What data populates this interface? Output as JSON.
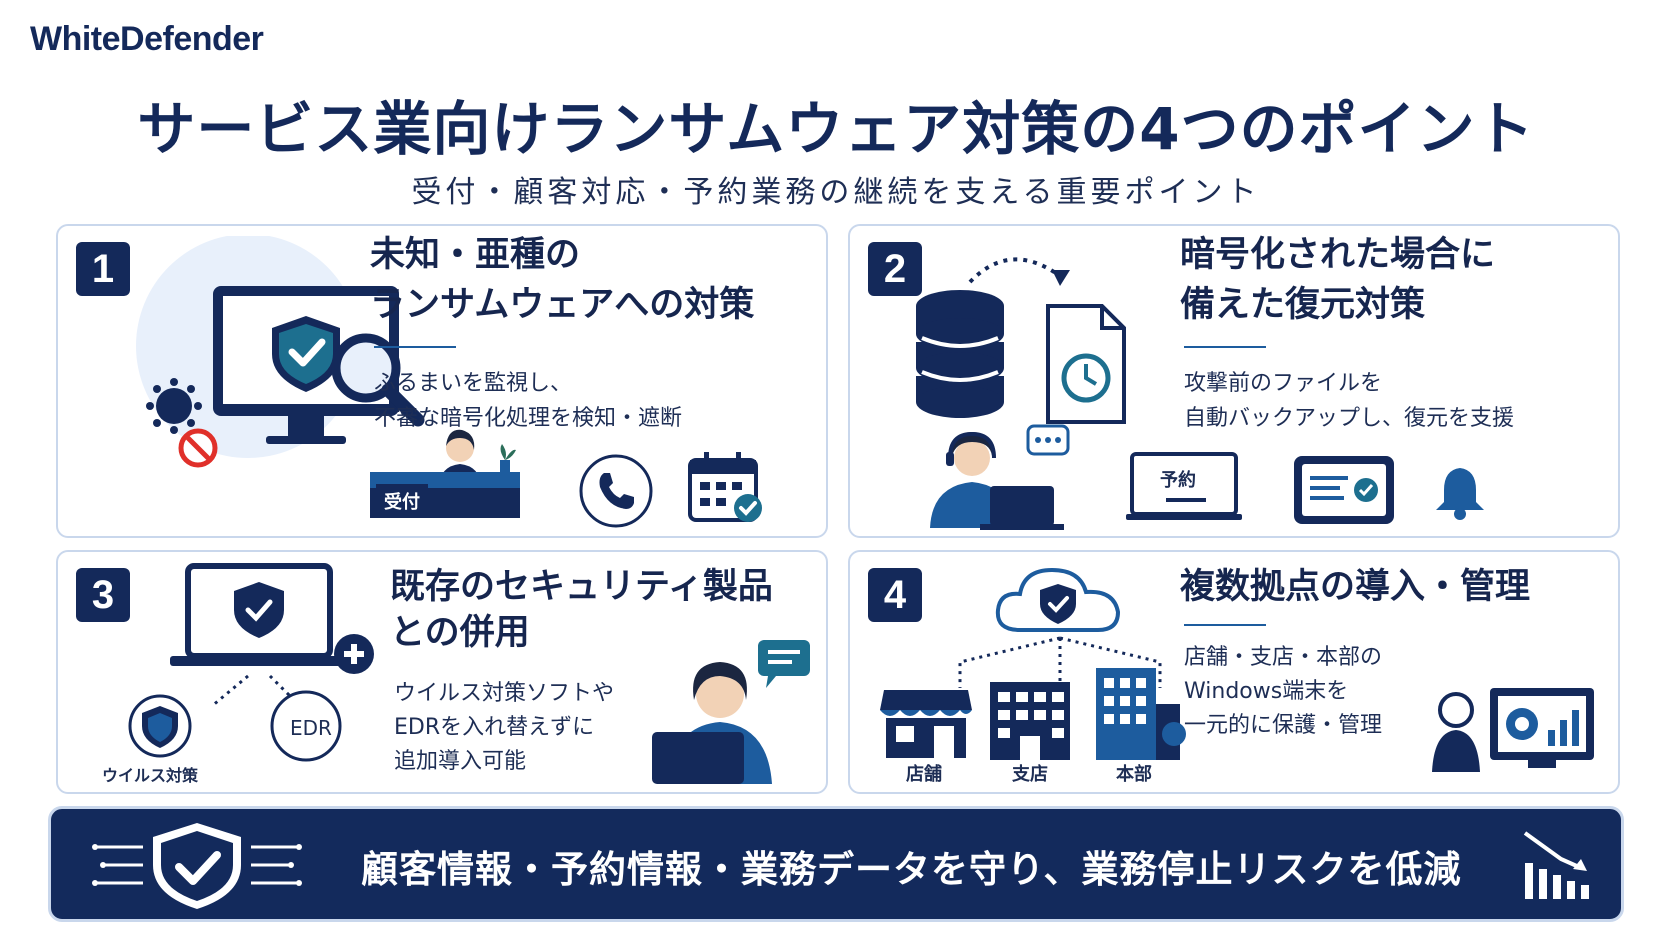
{
  "brand": "WhiteDefender",
  "title": "サービス業向けランサムウェア対策の4つのポイント",
  "subtitle": "受付・顧客対応・予約業務の継続を支える重要ポイント",
  "cards": [
    {
      "number": "1",
      "title_lines": [
        "未知・亜種の",
        "ランサムウェアへの対策"
      ],
      "desc_lines": [
        "ふるまいを監視し、",
        "不審な暗号化処理を検知・遮断"
      ],
      "labels": {
        "reception": "受付"
      }
    },
    {
      "number": "2",
      "title_lines": [
        "暗号化された場合に",
        "備えた復元対策"
      ],
      "desc_lines": [
        "攻撃前のファイルを",
        "自動バックアップし、復元を支援"
      ],
      "labels": {
        "reservation": "予約"
      }
    },
    {
      "number": "3",
      "title_lines": [
        "既存のセキュリティ製品",
        "との併用"
      ],
      "desc_lines": [
        "ウイルス対策ソフトや",
        "EDRを入れ替えずに",
        "追加導入可能"
      ],
      "labels": {
        "antivirus": "ウイルス対策",
        "edr": "EDR"
      }
    },
    {
      "number": "4",
      "title_lines": [
        "複数拠点の導入・管理"
      ],
      "desc_lines": [
        "店舗・支店・本部の",
        "Windows端末を",
        "一元的に保護・管理"
      ],
      "labels": {
        "store": "店舗",
        "branch": "支店",
        "hq": "本部"
      }
    }
  ],
  "banner": "顧客情報・予約情報・業務データを守り、業務停止リスクを低減",
  "colors": {
    "navy": "#14295a",
    "accent_blue": "#1d5c9e",
    "light_blue": "#e8f0fb",
    "danger_red": "#e0302a",
    "check_teal": "#1d6f8f"
  }
}
